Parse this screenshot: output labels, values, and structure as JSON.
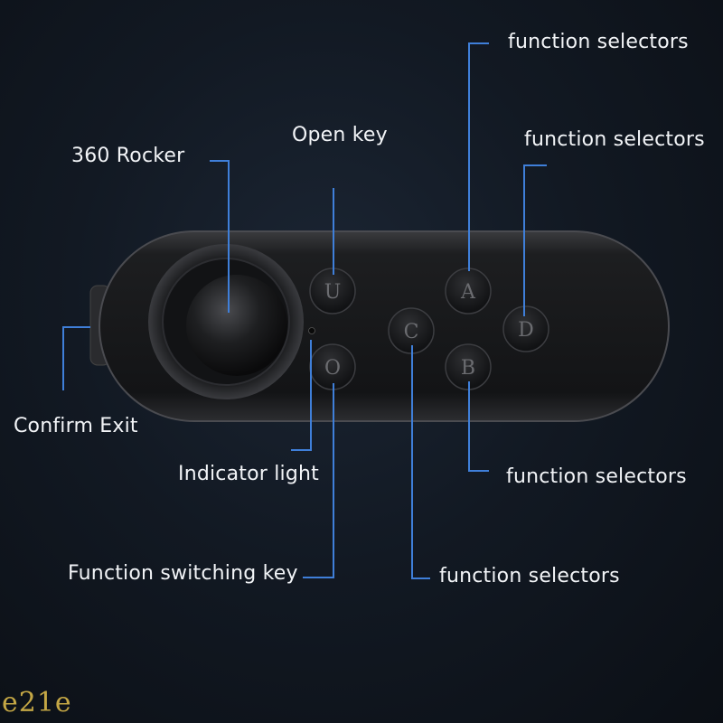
{
  "labels": {
    "rocker": "360 Rocker",
    "open_key": "Open key",
    "confirm_exit": "Confirm Exit",
    "indicator": "Indicator light",
    "function_switch": "Function switching key",
    "func_a": "function selectors",
    "func_d": "function selectors",
    "func_b": "function selectors",
    "func_c": "function selectors"
  },
  "buttons": {
    "open": "U",
    "switch": "O",
    "a": "A",
    "b": "B",
    "c": "C",
    "d": "D"
  },
  "watermark": "e21e",
  "colors": {
    "background": "#121923",
    "leader_line": "#3f7fd9",
    "label_text": "#f2f4f7",
    "device_body": "#151618",
    "watermark": "#d8b84a"
  }
}
